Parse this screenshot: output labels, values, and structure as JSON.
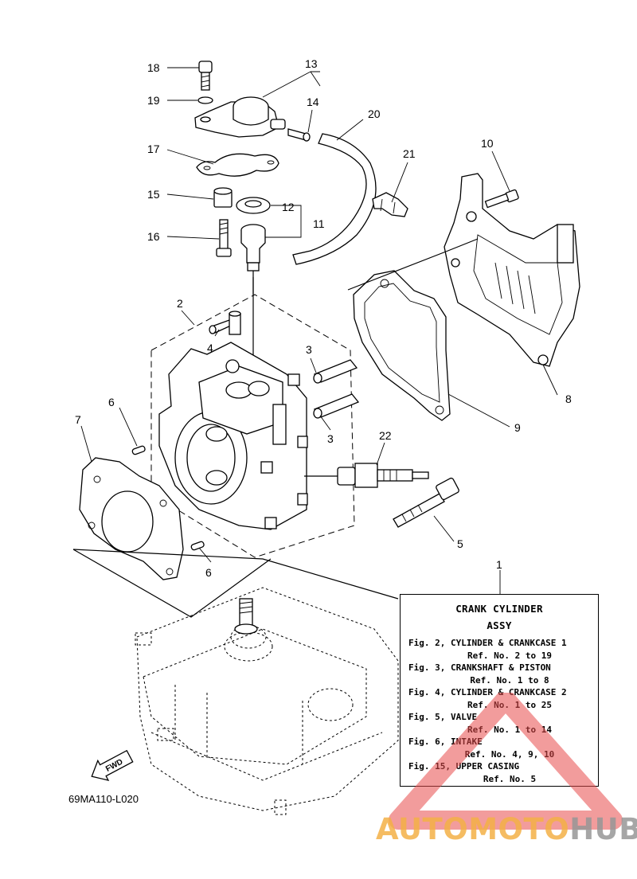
{
  "diagram": {
    "callouts": {
      "c1": "1",
      "c2": "2",
      "c3a": "3",
      "c3b": "3",
      "c4": "4",
      "c5": "5",
      "c6a": "6",
      "c6b": "6",
      "c7": "7",
      "c8": "8",
      "c9": "9",
      "c10": "10",
      "c11": "11",
      "c12": "12",
      "c13": "13",
      "c14": "14",
      "c15": "15",
      "c16": "16",
      "c17": "17",
      "c18": "18",
      "c19": "19",
      "c20": "20",
      "c21": "21",
      "c22": "22"
    },
    "drawing_code": "69MA110-L020",
    "fwd_label": "FWD"
  },
  "reference_box": {
    "title_line1": "CRANK CYLINDER",
    "title_line2": "ASSY",
    "rows": [
      {
        "fig": "Fig. 2, CYLINDER & CRANKCASE 1",
        "ref": "Ref. No. 2 to 19"
      },
      {
        "fig": "Fig. 3, CRANKSHAFT & PISTON",
        "ref": "Ref. No. 1 to 8"
      },
      {
        "fig": "Fig. 4, CYLINDER & CRANKCASE 2",
        "ref": "Ref. No. 1 to 25"
      },
      {
        "fig": "Fig. 5, VALVE",
        "ref": "Ref. No. 1 to 14"
      },
      {
        "fig": "Fig. 6, INTAKE",
        "ref": "Ref. No. 4, 9, 10"
      },
      {
        "fig": "Fig. 15, UPPER CASING",
        "ref": "Ref. No. 5"
      }
    ]
  },
  "watermark": {
    "part1": "AUTOMOTO",
    "part2": "HUB",
    "color_primary": "#f3b046",
    "color_secondary": "#969696",
    "color_triangle": "#e84a4a"
  }
}
